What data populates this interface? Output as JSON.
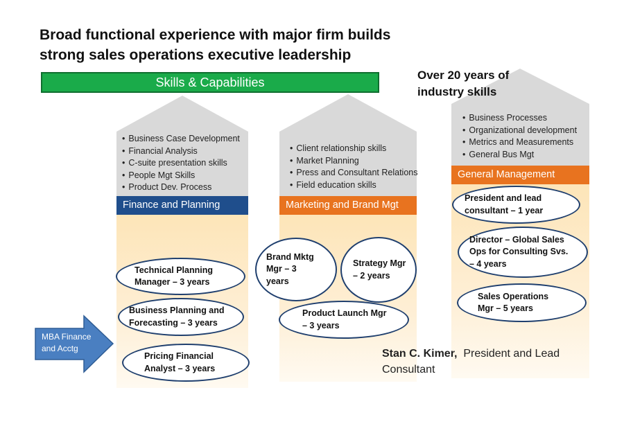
{
  "title": {
    "line1": "Broad functional experience with major firm builds",
    "line2": "strong sales operations executive leadership"
  },
  "skills_banner": "Skills & Capabilities",
  "side_note": {
    "line1": "Over 20 years of",
    "line2": "industry skills"
  },
  "columns": {
    "finance": {
      "band": "Finance and Planning",
      "bullets": [
        "Business Case Development",
        "Financial Analysis",
        "C-suite presentation skills",
        "People Mgt Skills",
        "Product Dev. Process"
      ],
      "roles": [
        {
          "line1": "Technical Planning",
          "line2": "Manager – 3 years"
        },
        {
          "line1": "Business Planning and",
          "line2": "Forecasting – 3 years"
        },
        {
          "line1": "Pricing Financial",
          "line2": "Analyst  – 3 years"
        }
      ]
    },
    "marketing": {
      "band": "Marketing and Brand Mgt",
      "bullets": [
        "Client relationship skills",
        "Market Planning",
        "Press and Consultant Relations",
        "Field education skills"
      ],
      "roles": [
        {
          "line1": "Brand Mktg",
          "line2": "Mgr – 3",
          "line3": "years"
        },
        {
          "line1": "Strategy Mgr",
          "line2": "– 2 years"
        },
        {
          "line1": "Product Launch Mgr",
          "line2": "– 3 years"
        }
      ]
    },
    "general": {
      "band": "General Management",
      "bullets": [
        "Business Processes",
        "Organizational development",
        "Metrics and Measurements",
        "General Bus Mgt"
      ],
      "roles": [
        {
          "line1": "President and lead",
          "line2": "consultant – 1 year"
        },
        {
          "line1": "Director – Global Sales",
          "line2": "Ops for  Consulting Svs.",
          "line3": "– 4 years"
        },
        {
          "line1": "Sales Operations",
          "line2": "Mgr – 5 years"
        }
      ]
    }
  },
  "mba_arrow": {
    "line1": "MBA Finance",
    "line2": "and  Acctg"
  },
  "bio": {
    "name": "Stan C. Kimer,",
    "role_line1": "President and Lead",
    "role_line2": "Consultant"
  },
  "colors": {
    "green": "#1aab4a",
    "blue": "#1f4e8c",
    "orange": "#e8731f",
    "roof_gray": "#d9d9d9",
    "column_fill_top": "#fdeecb",
    "column_fill_bottom": "#ffffff",
    "arrow_blue": "#4a7fc1",
    "oval_border": "#1f3f6e"
  }
}
